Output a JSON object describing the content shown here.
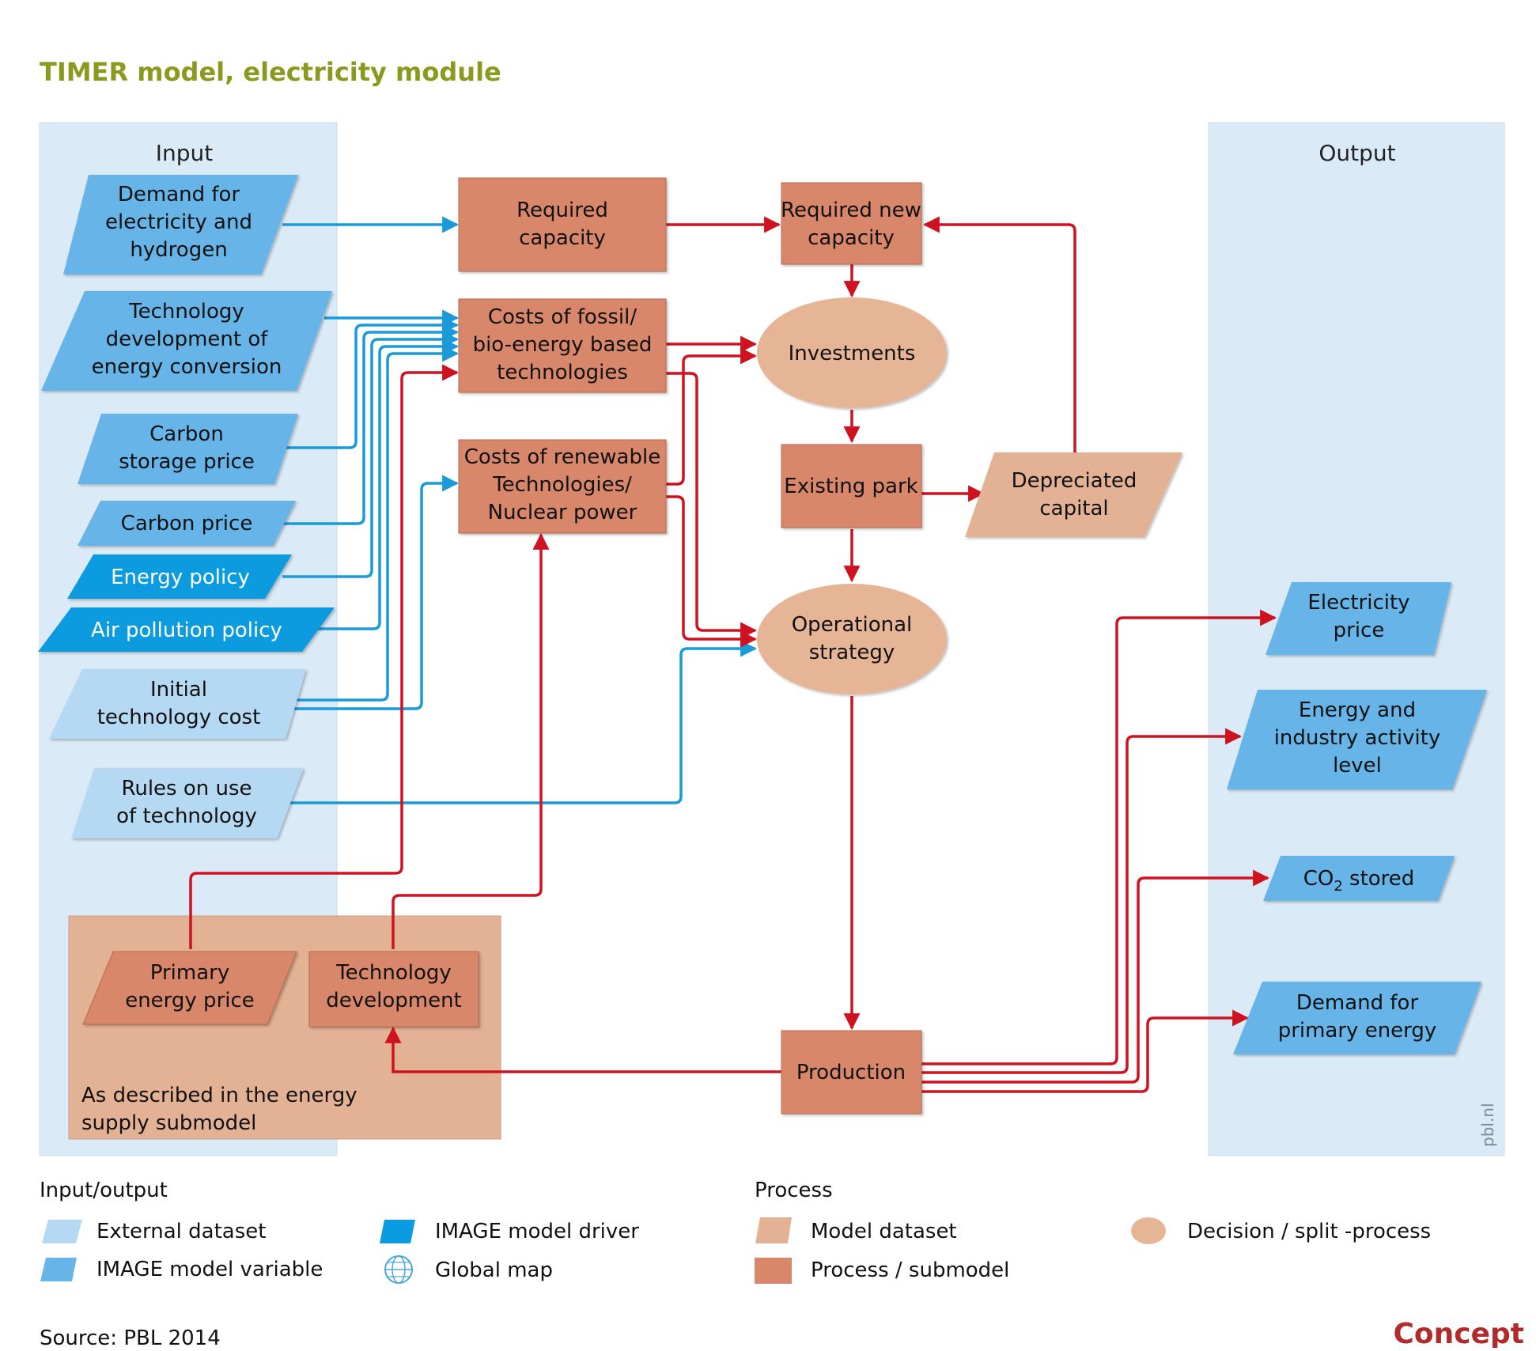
{
  "title": "TIMER model, electricity module",
  "colors": {
    "title": "#8a9a1e",
    "panel_bg": "#dbeaf7",
    "panel_border": "#c8dcec",
    "external_dataset": "#b5d8f3",
    "image_variable": "#66b4e8",
    "image_driver": "#0a9be0",
    "model_dataset": "#e3b295",
    "process": "#d8876a",
    "decision": "#e6b596",
    "arrow_red": "#cf1220",
    "arrow_blue": "#1a9ad8",
    "concept": "#b22b2b"
  },
  "columns": {
    "input": "Input",
    "output": "Output"
  },
  "inputs": {
    "demand": [
      "Demand for",
      "electricity and",
      "hydrogen"
    ],
    "tech_dev": [
      "Technology",
      "development of",
      "energy conversion"
    ],
    "carbon_storage": [
      "Carbon",
      "storage price"
    ],
    "carbon_price": [
      "Carbon price"
    ],
    "energy_policy": [
      "Energy policy"
    ],
    "air_pollution": [
      "Air pollution policy"
    ],
    "initial_cost": [
      "Initial",
      "technology cost"
    ],
    "rules": [
      "Rules on use",
      "of technology"
    ]
  },
  "processes": {
    "required_capacity": [
      "Required",
      "capacity"
    ],
    "required_new_capacity": [
      "Required new",
      "capacity"
    ],
    "costs_fossil": [
      "Costs of fossil/",
      "bio-energy based",
      "technologies"
    ],
    "costs_renewable": [
      "Costs of renewable",
      "Technologies/",
      "Nuclear power"
    ],
    "existing_park": [
      "Existing park"
    ],
    "production": [
      "Production"
    ],
    "investments": [
      "Investments"
    ],
    "operational_strategy": [
      "Operational",
      "strategy"
    ],
    "depreciated_capital": [
      "Depreciated",
      "capital"
    ]
  },
  "energy_supply": {
    "primary_price": [
      "Primary",
      "energy price"
    ],
    "technology_development": [
      "Technology",
      "development"
    ],
    "caption": [
      "As described in the energy",
      "supply submodel"
    ]
  },
  "outputs": {
    "electricity_price": [
      "Electricity",
      "price"
    ],
    "activity_level": [
      "Energy and",
      "industry activity",
      "level"
    ],
    "co2_prefix": "CO",
    "co2_sub": "2",
    "co2_suffix": " stored",
    "demand_primary": [
      "Demand for",
      "primary energy"
    ]
  },
  "watermark": "pbl.nl",
  "legend": {
    "io_heading": "Input/output",
    "external_dataset": "External dataset",
    "image_variable": "IMAGE model variable",
    "image_driver": "IMAGE model driver",
    "global_map": "Global map",
    "process_heading": "Process",
    "model_dataset": "Model dataset",
    "process_submodel": "Process / submodel",
    "decision": "Decision / split -process"
  },
  "source": "Source: PBL 2014",
  "status": "Concept"
}
